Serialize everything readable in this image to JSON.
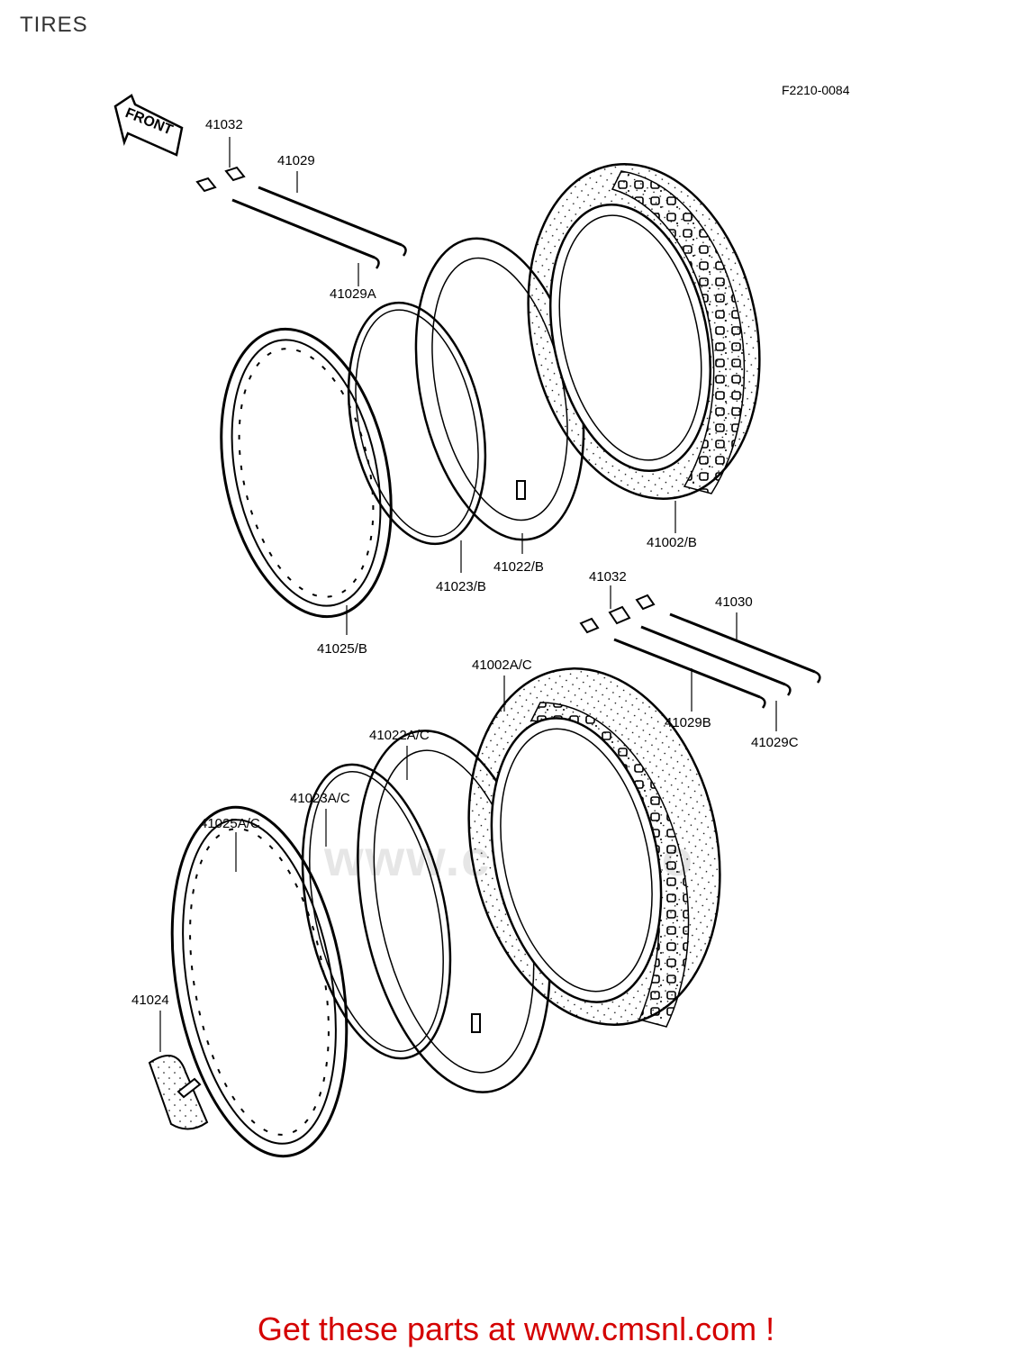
{
  "page_title": "TIRES",
  "figure_code": "F2210-0084",
  "front_arrow_label": "FRONT",
  "watermark": "www.cmsnl.co",
  "part_labels": {
    "p41032_top": "41032",
    "p41029": "41029",
    "p41029A": "41029A",
    "p41002B": "41002/B",
    "p41022B": "41022/B",
    "p41023B": "41023/B",
    "p41025B": "41025/B",
    "p41032_mid": "41032",
    "p41030": "41030",
    "p41029B": "41029B",
    "p41029C": "41029C",
    "p41002AC": "41002A/C",
    "p41022AC": "41022A/C",
    "p41023AC": "41023A/C",
    "p41025AC": "41025A/C",
    "p41024": "41024"
  },
  "footer_text": "Get these parts at www.cmsnl.com !"
}
